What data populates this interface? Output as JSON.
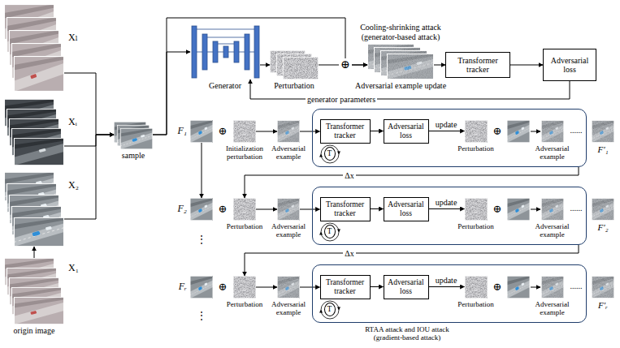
{
  "diagram": {
    "nodes": [
      {
        "text": [
          "Xₗ"
        ]
      },
      {
        "text": [
          "Xᵢ"
        ]
      },
      {
        "text": [
          "X₂"
        ]
      },
      {
        "text": [
          "X₁",
          "origin image"
        ]
      },
      {
        "text": [
          "sample"
        ]
      },
      {
        "text": [
          "Generator"
        ]
      },
      {
        "text": [
          "Perturbation"
        ]
      },
      {
        "text": [
          "Cooling-shrinking attack (generator-based attack)",
          "Adversarial example update"
        ]
      },
      {
        "text": [
          "Transformer tracker"
        ]
      },
      {
        "text": [
          "Adversarial loss"
        ]
      },
      {
        "text": [
          "F₁"
        ]
      },
      {
        "text": [
          "Initialization perturbation"
        ]
      },
      {
        "text": [
          "Adversarial example"
        ]
      },
      {
        "text": []
      },
      {
        "text": [
          "Transformer tracker"
        ],
        "in": 13
      },
      {
        "text": [
          "T"
        ],
        "in": 13
      },
      {
        "text": [
          "Adversarial loss"
        ],
        "in": 13
      },
      {
        "text": [
          "Perturbation"
        ],
        "in": 13
      },
      {
        "text": [
          "Adversarial example"
        ],
        "in": 13
      },
      {
        "text": [
          "F′₁"
        ]
      },
      {
        "text": [
          "F₂"
        ]
      },
      {
        "text": [
          "Perturbation"
        ]
      },
      {
        "text": [
          "Adversarial example"
        ]
      },
      {
        "text": []
      },
      {
        "text": [
          "Transformer tracker"
        ],
        "in": 23
      },
      {
        "text": [
          "T"
        ],
        "in": 23
      },
      {
        "text": [
          "Adversarial loss"
        ],
        "in": 23
      },
      {
        "text": [
          "Perturbation"
        ],
        "in": 23
      },
      {
        "text": [
          "Adversarial example"
        ],
        "in": 23
      },
      {
        "text": [
          "F′₂"
        ]
      },
      {
        "text": [
          "Fᵣ"
        ]
      },
      {
        "text": [
          "Perturbation"
        ]
      },
      {
        "text": [
          "Adversarial example"
        ]
      },
      {
        "text": [
          "RTAA attack and IOU attack (gradient-based attack)"
        ]
      },
      {
        "text": [
          "Transformer tracker"
        ],
        "in": 33
      },
      {
        "text": [
          "T"
        ],
        "in": 33
      },
      {
        "text": [
          "Adversarial loss"
        ],
        "in": 33
      },
      {
        "text": [
          "Perturbation"
        ],
        "in": 33
      },
      {
        "text": [
          "Adversarial example"
        ],
        "in": 33
      },
      {
        "text": [
          "F′ᵣ"
        ]
      }
    ],
    "edges": [
      {
        "from": 0,
        "to": 4,
        "arrow": "to"
      },
      {
        "from": 1,
        "to": 4,
        "arrow": "to"
      },
      {
        "from": 2,
        "to": 4,
        "arrow": "to"
      },
      {
        "from": 3,
        "to": 2,
        "arrow": "to"
      },
      {
        "from": 4,
        "to": 5,
        "arrow": "to"
      },
      {
        "from": 4,
        "to": 7,
        "arrow": "to"
      },
      {
        "from": 5,
        "to": 6,
        "arrow": "to"
      },
      {
        "from": 6,
        "to": 7,
        "arrow": "to"
      },
      {
        "from": 7,
        "to": 8,
        "arrow": "to"
      },
      {
        "from": 8,
        "to": 9,
        "arrow": "to"
      },
      {
        "from": 9,
        "to": 5,
        "arrow": "to",
        "label": "generator parameters"
      },
      {
        "from": 10,
        "to": 20,
        "arrow": "to"
      },
      {
        "from": 11,
        "to": 12,
        "arrow": "to"
      },
      {
        "from": 12,
        "to": 14,
        "arrow": "to"
      },
      {
        "from": 14,
        "to": 16,
        "arrow": "to"
      },
      {
        "from": 16,
        "to": 17,
        "arrow": "to",
        "label": "update"
      },
      {
        "from": 13,
        "to": 21,
        "arrow": "to",
        "label": "Δx"
      },
      {
        "from": 21,
        "to": 22,
        "arrow": "to"
      },
      {
        "from": 22,
        "to": 24,
        "arrow": "to"
      },
      {
        "from": 24,
        "to": 26,
        "arrow": "to"
      },
      {
        "from": 26,
        "to": 27,
        "arrow": "to",
        "label": "update"
      },
      {
        "from": 23,
        "to": 31,
        "arrow": "to",
        "label": "Δx"
      },
      {
        "from": 31,
        "to": 32,
        "arrow": "to"
      },
      {
        "from": 32,
        "to": 34,
        "arrow": "to"
      },
      {
        "from": 34,
        "to": 36,
        "arrow": "to"
      },
      {
        "from": 36,
        "to": 37,
        "arrow": "to",
        "label": "update"
      }
    ],
    "labels": [
      "⊕",
      "⊕",
      "⊕",
      "......",
      "⊕",
      "⊕",
      "......",
      "⋮",
      "⊕",
      "⊕",
      "......",
      "⋮"
    ]
  }
}
